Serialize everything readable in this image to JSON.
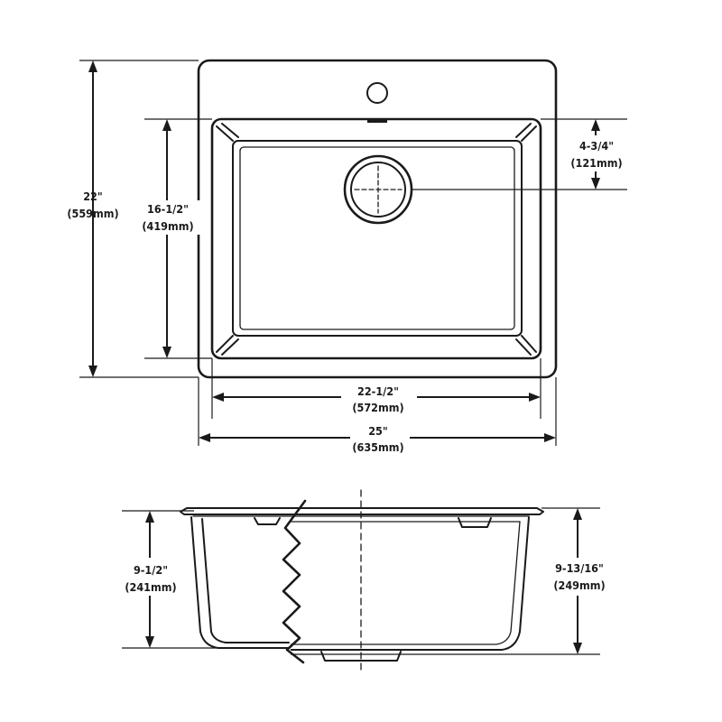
{
  "top_view": {
    "overall_width": {
      "imperial": "25\"",
      "metric": "(635mm)"
    },
    "bowl_width": {
      "imperial": "22-1/2\"",
      "metric": "(572mm)"
    },
    "overall_depth": {
      "imperial": "22\"",
      "metric": "(559mm)"
    },
    "bowl_depth": {
      "imperial": "16-1/2\"",
      "metric": "(419mm)"
    },
    "drain_offset": {
      "imperial": "4-3/4\"",
      "metric": "(121mm)"
    }
  },
  "side_view": {
    "bowl_depth_left": {
      "imperial": "9-1/2\"",
      "metric": "(241mm)"
    },
    "overall_height_right": {
      "imperial": "9-13/16\"",
      "metric": "(249mm)"
    }
  },
  "colors": {
    "line": "#1a1a1a",
    "background": "#ffffff"
  }
}
